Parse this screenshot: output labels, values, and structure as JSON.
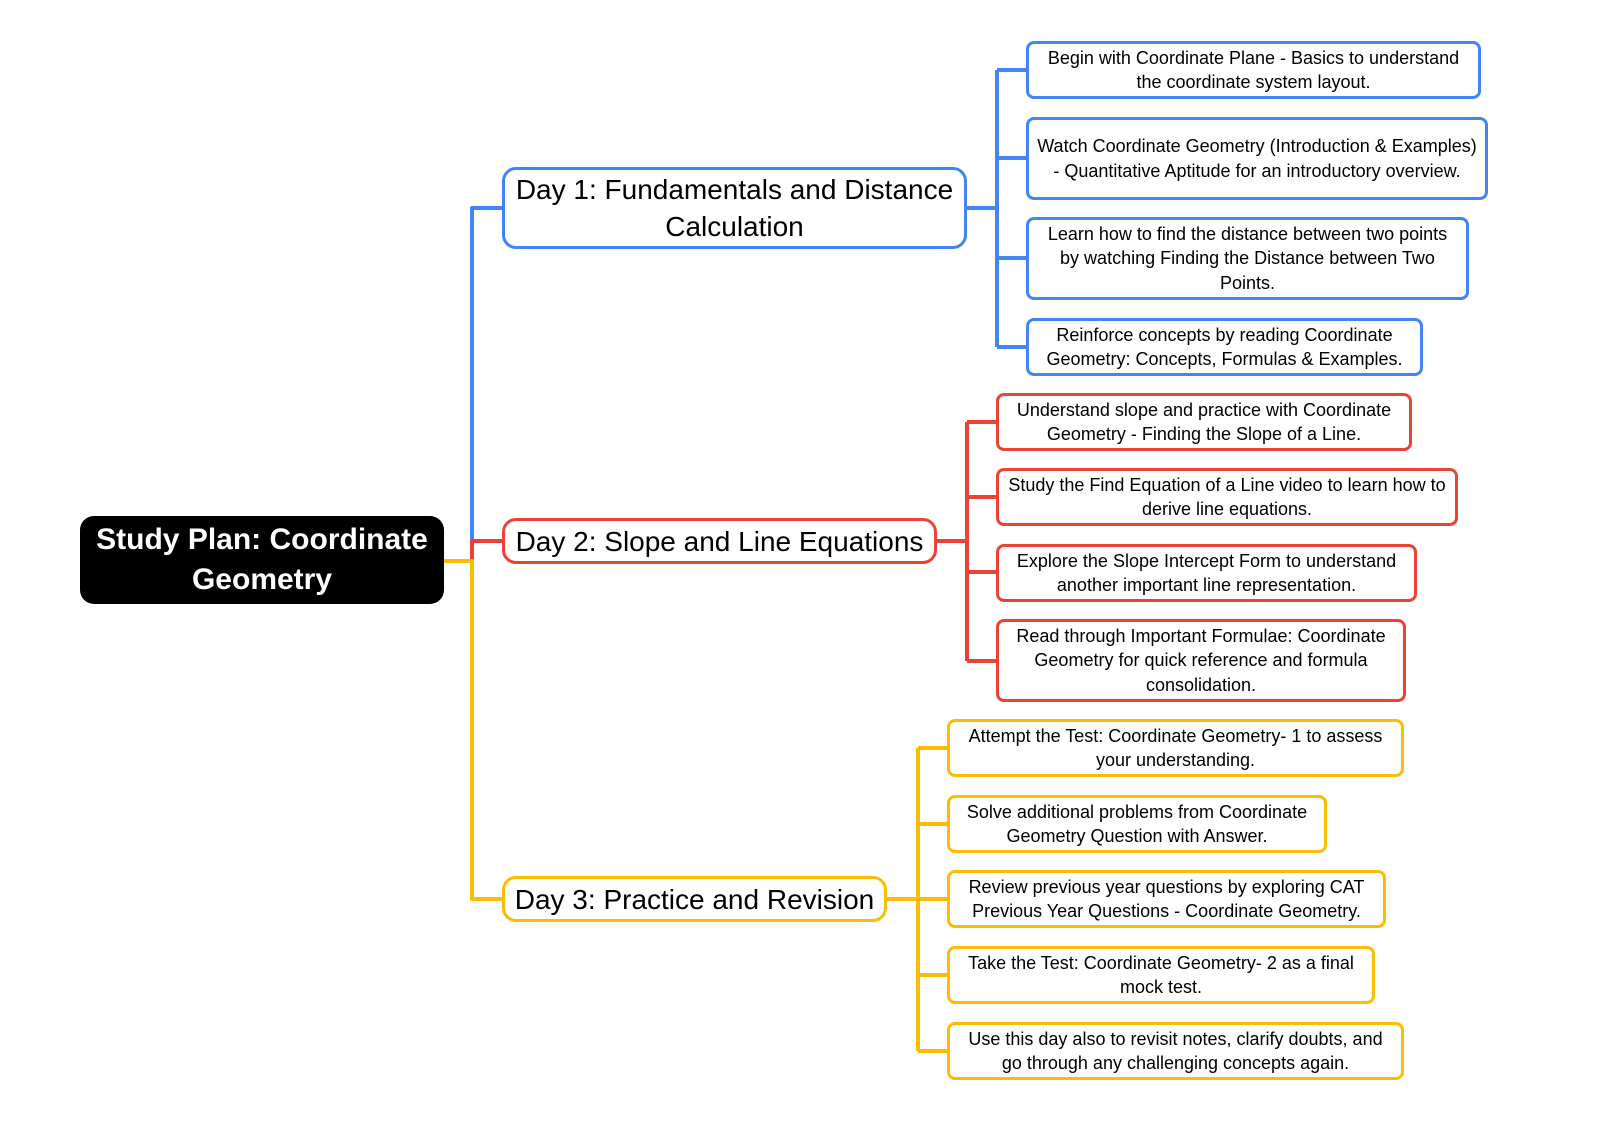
{
  "colors": {
    "day1": "#4285f4",
    "day2": "#ea4335",
    "day3": "#fbbc05",
    "root": "#000000"
  },
  "root": {
    "label": "Study Plan: Coordinate Geometry"
  },
  "days": [
    {
      "label": "Day 1: Fundamentals and Distance Calculation",
      "items": [
        "Begin with Coordinate Plane - Basics to understand the coordinate system layout.",
        "Watch Coordinate Geometry (Introduction & Examples) - Quantitative Aptitude for an introductory overview.",
        "Learn how to find the distance between two points by watching Finding the Distance between Two Points.",
        "Reinforce concepts by reading Coordinate Geometry: Concepts, Formulas & Examples."
      ]
    },
    {
      "label": "Day 2: Slope and Line Equations",
      "items": [
        "Understand slope and practice with Coordinate Geometry - Finding the Slope of a Line.",
        "Study the Find Equation of a Line video to learn how to derive line equations.",
        "Explore the Slope Intercept Form to understand another important line representation.",
        "Read through Important Formulae: Coordinate Geometry for quick reference and formula consolidation."
      ]
    },
    {
      "label": "Day 3: Practice and Revision",
      "items": [
        "Attempt the Test: Coordinate Geometry- 1 to assess your understanding.",
        "Solve additional problems from Coordinate Geometry Question with Answer.",
        "Review previous year questions by exploring CAT Previous Year Questions - Coordinate Geometry.",
        "Take the Test: Coordinate Geometry- 2 as a final mock test.",
        "Use this day also to revisit notes, clarify doubts, and go through any challenging concepts again."
      ]
    }
  ]
}
